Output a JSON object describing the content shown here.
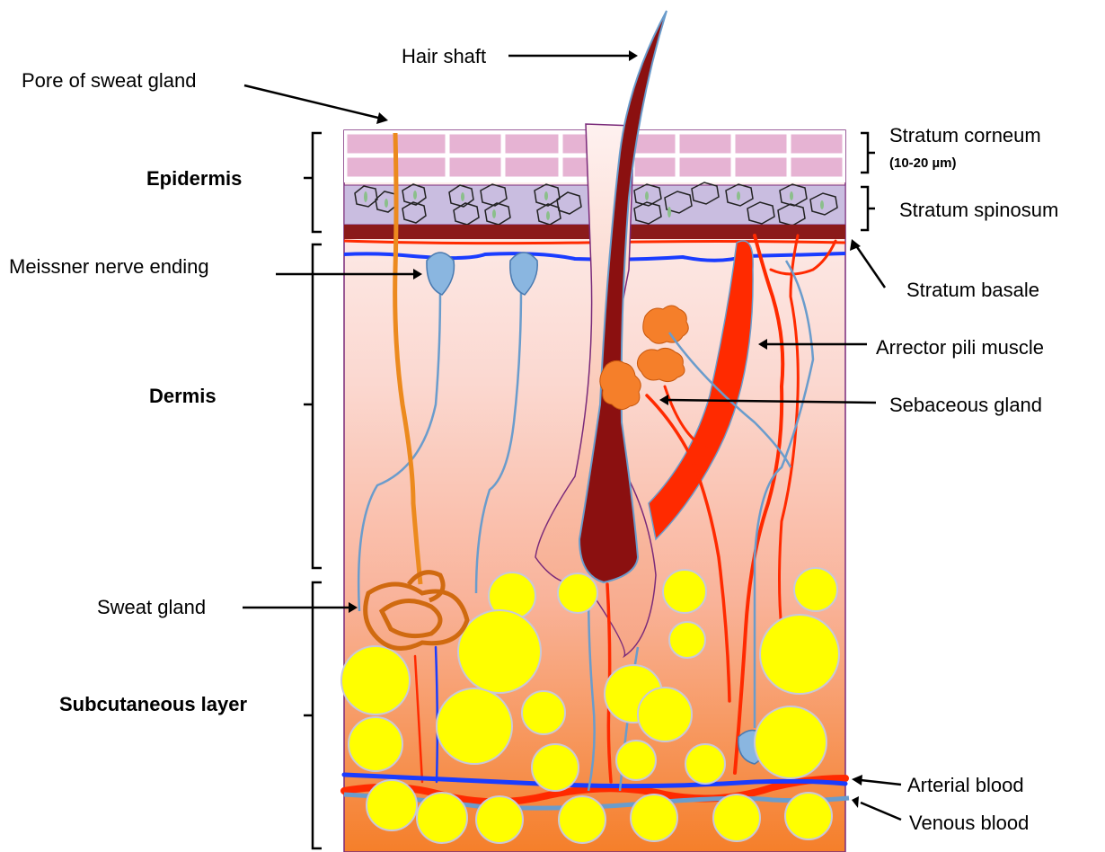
{
  "labels": {
    "hair_shaft": "Hair shaft",
    "pore_sweat_gland": "Pore of sweat gland",
    "epidermis": "Epidermis",
    "dermis": "Dermis",
    "subcutaneous": "Subcutaneous layer",
    "meissner": "Meissner nerve ending",
    "sweat_gland": "Sweat gland",
    "stratum_corneum": "Stratum corneum",
    "stratum_corneum_thickness": "(10-20 µm)",
    "stratum_spinosum": "Stratum spinosum",
    "stratum_basale": "Stratum basale",
    "arrector_pili": "Arrector pili muscle",
    "sebaceous": "Sebaceous gland",
    "arterial": "Arterial blood",
    "venous": "Venous blood"
  },
  "colors": {
    "corneum": "#e6b3d3",
    "spinosum": "#c9bde0",
    "basale": "#8b1a1a",
    "dermis_top": "#fdeeee",
    "subcut_bottom": "#f57f2a",
    "fat": "#ffff00",
    "artery": "#ff2a00",
    "vein": "#1a3cff",
    "nerve": "#6a9ccc",
    "sweat_duct": "#ec8a1e",
    "hair": "#8b1010"
  }
}
